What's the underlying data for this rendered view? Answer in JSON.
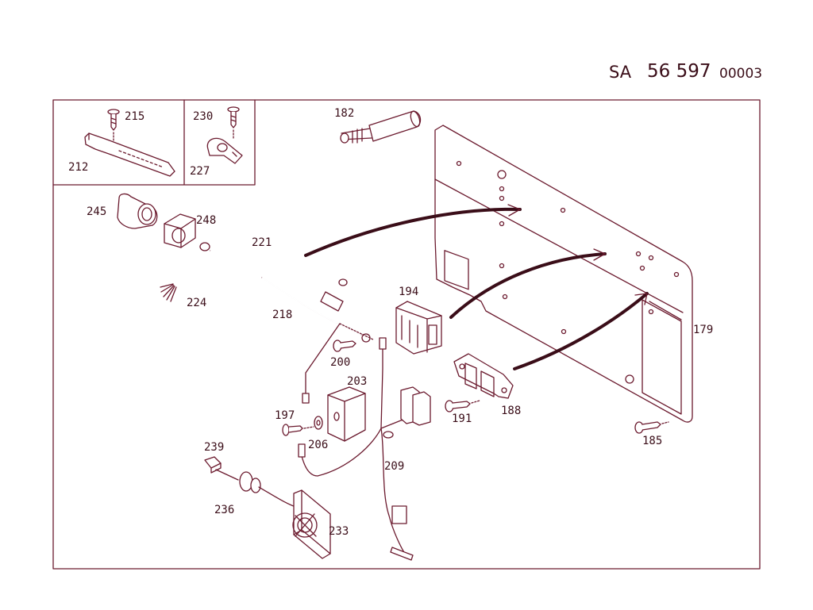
{
  "header": {
    "prefix": "SA",
    "number": "56 597",
    "suffix": "00003"
  },
  "parts": {
    "p182": "182",
    "p179": "179",
    "p185": "185",
    "p188": "188",
    "p191": "191",
    "p194": "194",
    "p197": "197",
    "p200": "200",
    "p203": "203",
    "p206": "206",
    "p209": "209",
    "p212": "212",
    "p215": "215",
    "p218": "218",
    "p221": "221",
    "p224": "224",
    "p227": "227",
    "p230": "230",
    "p233": "233",
    "p236": "236",
    "p239": "239",
    "p245": "245",
    "p248": "248"
  }
}
